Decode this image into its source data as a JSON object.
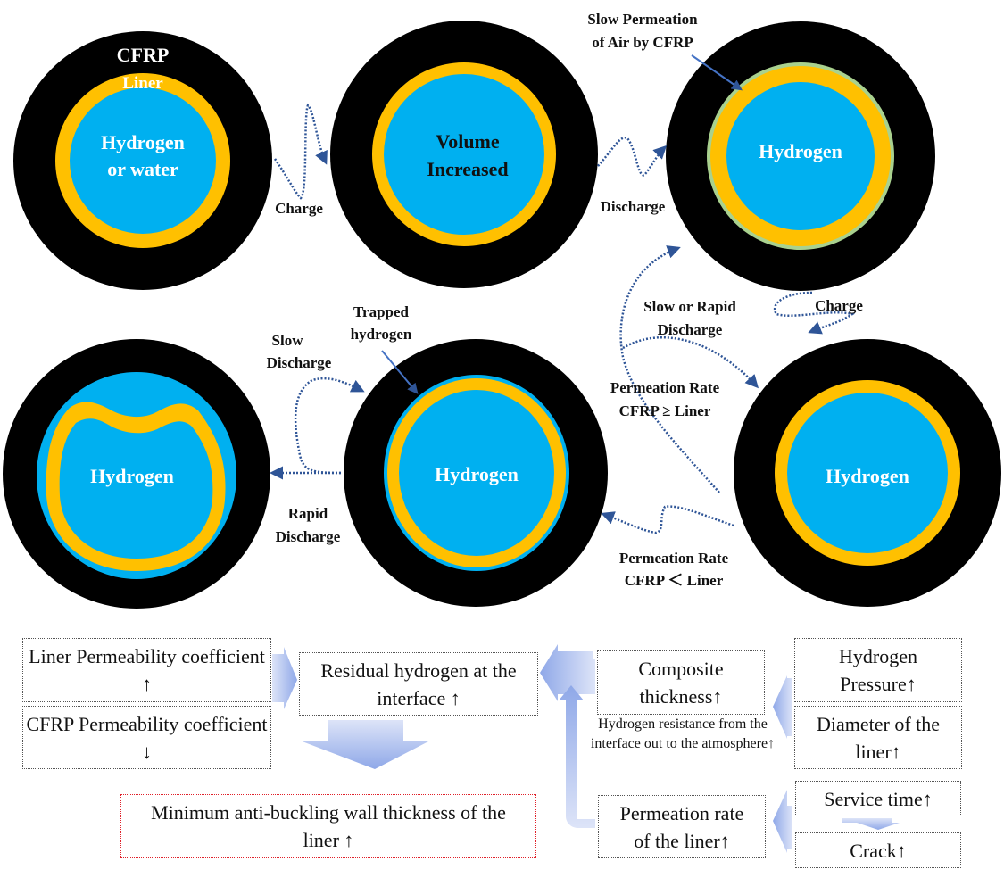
{
  "colors": {
    "cfrp": "#000000",
    "liner": "#FFC000",
    "hydrogen": "#00B0F0",
    "air_layer": "#A9D18E",
    "arrow": "#2F5597",
    "flow_arrow": "#8FA8E8",
    "highlight_border": "#E0202A"
  },
  "states": [
    {
      "id": "initial",
      "labels": [
        "Hydrogen",
        "or water"
      ],
      "layer_labels": {
        "outer": "CFRP",
        "liner": "Liner"
      }
    },
    {
      "id": "charged",
      "labels": [
        "Volume",
        "Increased"
      ]
    },
    {
      "id": "air-permeated",
      "labels": [
        "Hydrogen"
      ]
    },
    {
      "id": "recharged",
      "labels": [
        "Hydrogen"
      ]
    },
    {
      "id": "trapped",
      "labels": [
        "Hydrogen"
      ]
    },
    {
      "id": "buckled",
      "labels": [
        "Hydrogen"
      ]
    }
  ],
  "transitions": {
    "charge_1": "Charge",
    "discharge_1": "Discharge",
    "charge_2": "Charge",
    "slow_or_rapid": [
      "Slow or Rapid",
      "Discharge"
    ],
    "rate_ge": [
      "Permeation Rate",
      "CFRP ≥ Liner"
    ],
    "rate_lt": [
      "Permeation Rate",
      "CFRP ＜ Liner"
    ],
    "slow_discharge": [
      "Slow",
      "Discharge"
    ],
    "rapid_discharge": [
      "Rapid",
      "Discharge"
    ]
  },
  "annotations": {
    "slow_permeation": [
      "Slow Permeation",
      "of Air by CFRP"
    ],
    "trapped_hydrogen": [
      "Trapped",
      "hydrogen"
    ]
  },
  "flowchart": {
    "liner_perm": "Liner Permeability coefficient ↑",
    "cfrp_perm": "CFRP Permeability coefficient ↓",
    "residual": "Residual hydrogen at the interface ↑",
    "min_thickness": "Minimum anti-buckling wall thickness of the liner ↑",
    "composite_thickness": "Composite thickness↑",
    "resistance": "Hydrogen resistance from the interface out to the atmosphere↑",
    "permeation_rate": "Permeation rate of the liner↑",
    "hydrogen_pressure": "Hydrogen Pressure↑",
    "diameter": "Diameter of the liner↑",
    "service_time": "Service time↑",
    "crack": "Crack↑"
  }
}
